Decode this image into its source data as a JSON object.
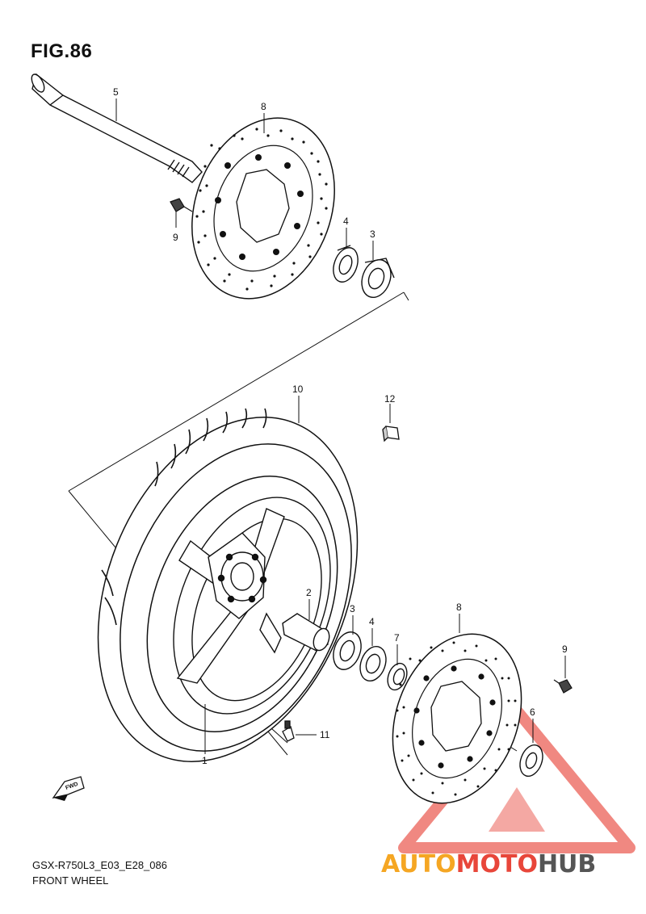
{
  "figure": {
    "title": "FIG.86",
    "model_code": "GSX-R750L3_E03_E28_086",
    "name": "FRONT WHEEL"
  },
  "callouts": {
    "c1": "1",
    "c2": "2",
    "c3a": "3",
    "c3b": "3",
    "c4a": "4",
    "c4b": "4",
    "c5": "5",
    "c6": "6",
    "c7": "7",
    "c8a": "8",
    "c8b": "8",
    "c9a": "9",
    "c9b": "9",
    "c10": "10",
    "c11": "11",
    "c12": "12"
  },
  "fwd_badge": "FWD",
  "watermark": {
    "part1": "AUTO",
    "part2": "MOTO",
    "part3": "HUB",
    "color_orange": "#f5a623",
    "color_red": "#e8463a",
    "color_dark": "#555555"
  }
}
